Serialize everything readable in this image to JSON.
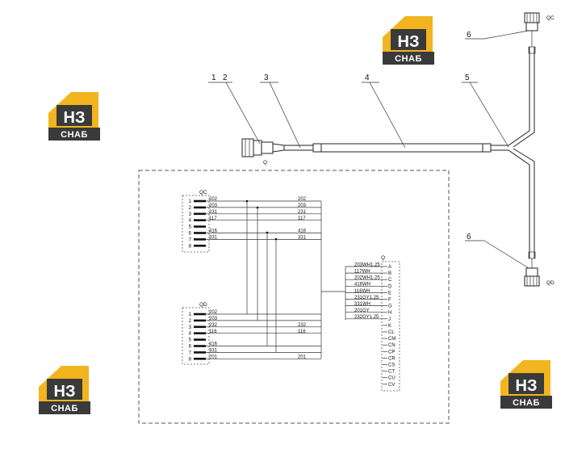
{
  "callouts": [
    "1",
    "2",
    "3",
    "4",
    "5",
    "6",
    "6"
  ],
  "connector_labels": {
    "top_right": "QC",
    "bottom_right": "QD",
    "main": "Q"
  },
  "logo": {
    "mark": "НЗ",
    "word": "СНАБ",
    "colors": {
      "gold": "#f2b51f",
      "dark": "#3a3a3a"
    }
  },
  "schematic": {
    "qc_title": "QC",
    "qd_title": "QD",
    "q_title": "Q",
    "qc_pins": [
      "1",
      "2",
      "3",
      "4",
      "5",
      "6",
      "7",
      "8"
    ],
    "qd_pins": [
      "1",
      "2",
      "3",
      "4",
      "5",
      "6",
      "7",
      "8"
    ],
    "qc_wires_left": [
      "202",
      "203",
      "231",
      "117",
      "",
      "416",
      "331",
      ""
    ],
    "qc_wires_right": [
      "202",
      "203",
      "231",
      "117",
      "",
      "416",
      "331",
      ""
    ],
    "qd_wires_left": [
      "202",
      "203",
      "232",
      "116",
      "",
      "416",
      "331",
      "201"
    ],
    "qd_wires_right": [
      "",
      "",
      "232",
      "116",
      "",
      "",
      "",
      "201"
    ],
    "q_wire_labels": [
      "203WH1.25",
      "117WH",
      "202WH1.25",
      "416WH",
      "116WH",
      "231GY1.25",
      "331WH",
      "201GY",
      "232GY1.25"
    ],
    "q_pins": [
      "A",
      "B",
      "C",
      "D",
      "E",
      "F",
      "G",
      "H",
      "J",
      "K",
      "CL",
      "CM",
      "CN",
      "CP",
      "CR",
      "CS",
      "CT",
      "CU",
      "CV"
    ]
  }
}
